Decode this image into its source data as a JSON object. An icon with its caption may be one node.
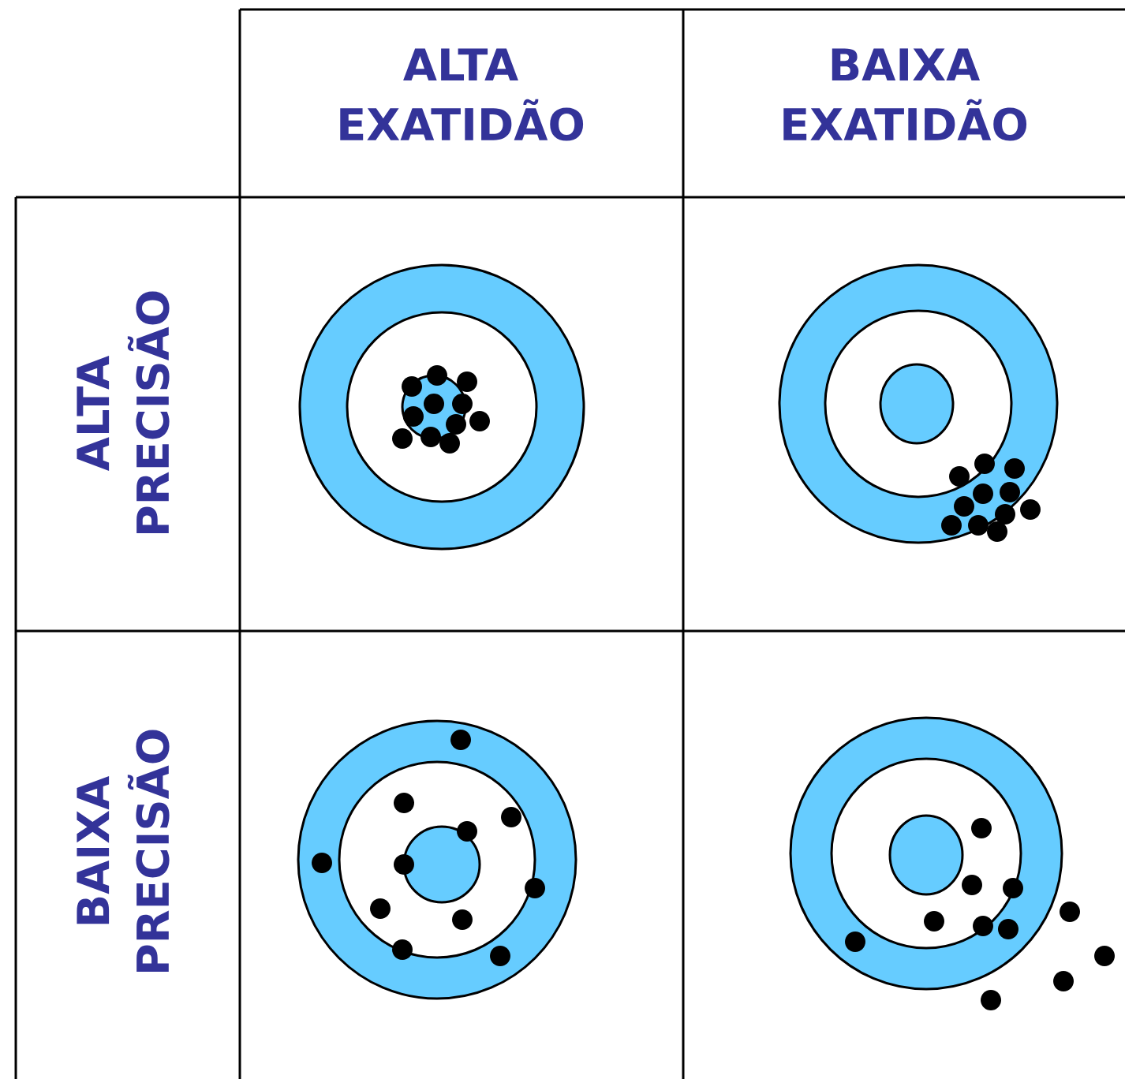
{
  "diagram": {
    "labels": [
      "ALTA EXATIDÃO",
      "BAIXA EXATIDÃO",
      "ALTA PRECISÃO",
      "BAIXA PRECISÃO"
    ]
  }
}
